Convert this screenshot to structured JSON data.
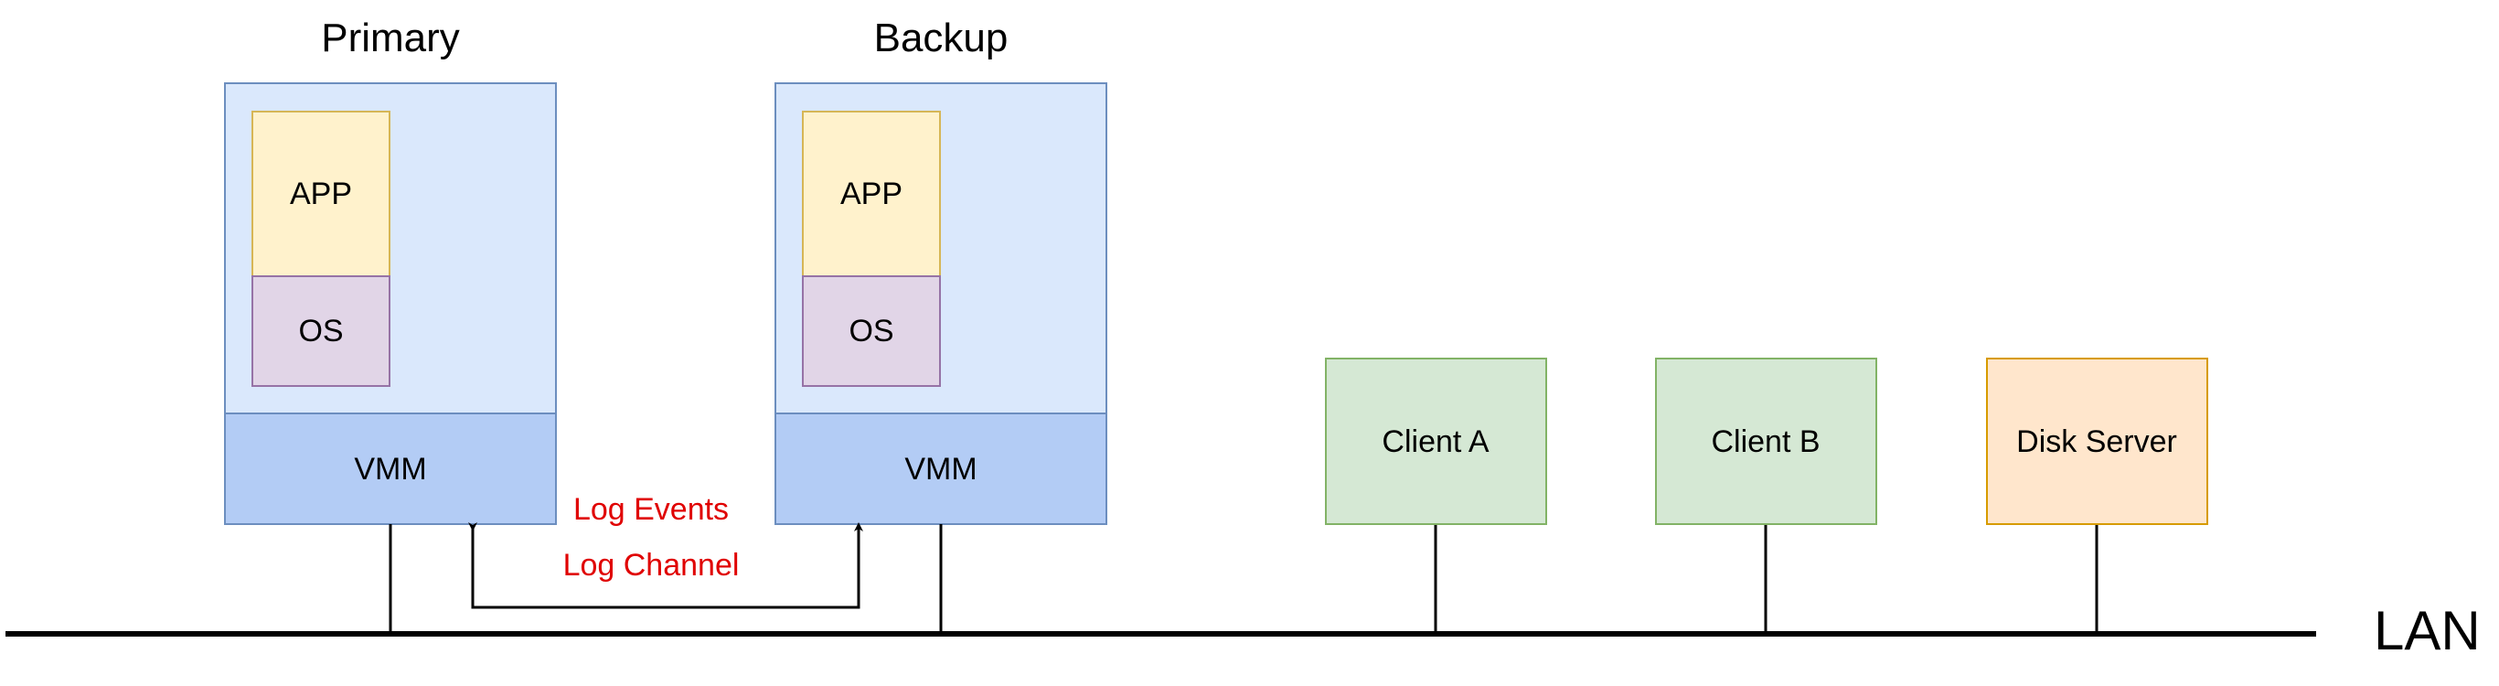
{
  "diagram": {
    "primary": {
      "title": "Primary",
      "app": "APP",
      "os": "OS",
      "vmm": "VMM"
    },
    "backup": {
      "title": "Backup",
      "app": "APP",
      "os": "OS",
      "vmm": "VMM"
    },
    "log_events": "Log Events",
    "log_channel": "Log Channel",
    "client_a": "Client A",
    "client_b": "Client B",
    "disk_server": "Disk Server",
    "lan": "LAN"
  },
  "colors": {
    "host_fill": "#dae8fc",
    "host_stroke": "#6c8ebf",
    "vmm_fill": "#b3ccf5",
    "app_fill": "#fff2cc",
    "app_stroke": "#d6b656",
    "os_fill": "#e1d5e7",
    "os_stroke": "#9673a6",
    "client_fill": "#d5e8d4",
    "client_stroke": "#82b366",
    "disk_fill": "#ffe6cc",
    "disk_stroke": "#d79b00",
    "log_text": "#e00000"
  }
}
